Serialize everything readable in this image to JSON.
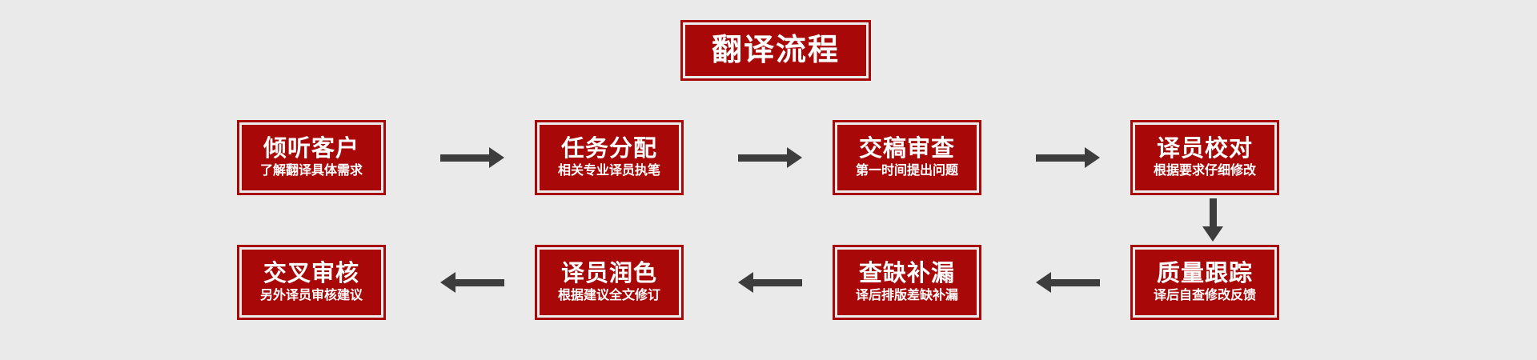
{
  "diagram": {
    "title": "翻译流程",
    "background_color": "#eaeaea",
    "box_color": "#a80808",
    "arrow_color": "#3d3d3d",
    "text_color": "#ffffff",
    "row1": [
      {
        "title": "倾听客户",
        "subtitle": "了解翻译具体需求"
      },
      {
        "title": "任务分配",
        "subtitle": "相关专业译员执笔"
      },
      {
        "title": "交稿审查",
        "subtitle": "第一时间提出问题"
      },
      {
        "title": "译员校对",
        "subtitle": "根据要求仔细修改"
      }
    ],
    "row2": [
      {
        "title": "交叉审核",
        "subtitle": "另外译员审核建议"
      },
      {
        "title": "译员润色",
        "subtitle": "根据建议全文修订"
      },
      {
        "title": "查缺补漏",
        "subtitle": "译后排版差缺补漏"
      },
      {
        "title": "质量跟踪",
        "subtitle": "译后自查修改反馈"
      }
    ]
  }
}
